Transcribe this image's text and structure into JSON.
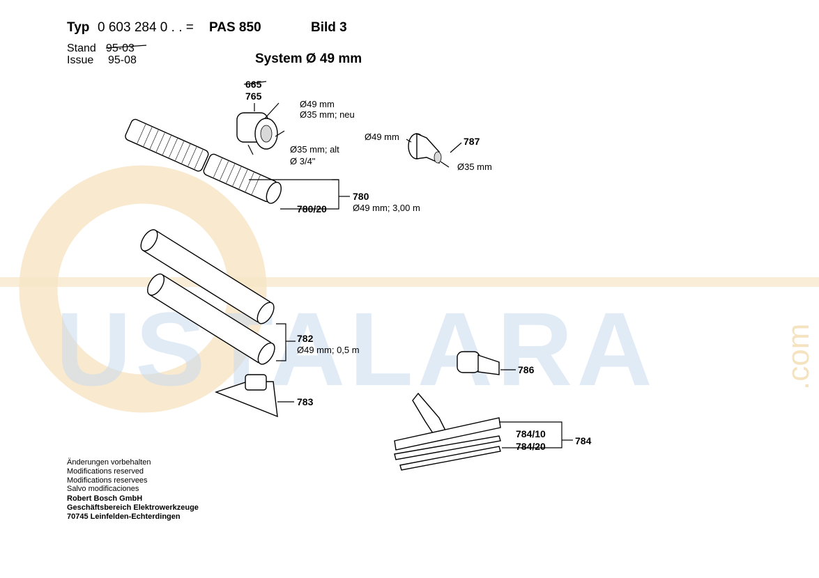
{
  "header": {
    "typ_label": "Typ",
    "typ_number": "0 603 284 0 . . =",
    "model": "PAS 850",
    "bild": "Bild 3",
    "stand_label": "Stand",
    "stand_value": "95-03",
    "issue_label": "Issue",
    "issue_value": "95-08",
    "system": "System Ø 49 mm"
  },
  "watermark": {
    "text": "USTALARA",
    "suffix": ".com"
  },
  "parts": {
    "p765_old": "665",
    "p765": "765",
    "p765_spec1": "Ø49 mm",
    "p765_spec2": "Ø35 mm; neu",
    "p765_spec3": "Ø35 mm; alt",
    "p765_spec4": "Ø 3/4\"",
    "p787": "787",
    "p787_spec1": "Ø49 mm",
    "p787_spec2": "Ø35 mm",
    "p780": "780",
    "p780_20": "780/20",
    "p780_spec": "Ø49 mm; 3,00 m",
    "p782": "782",
    "p782_spec": "Ø49 mm;  0,5 m",
    "p783": "783",
    "p786": "786",
    "p784_10": "784/10",
    "p784_20": "784/20",
    "p784": "784"
  },
  "footer": {
    "line1": "Änderungen vorbehalten",
    "line2": "Modifications reserved",
    "line3": "Modifications reservees",
    "line4": "Salvo modificaciones",
    "line5": "Robert Bosch GmbH",
    "line6": "Geschäftsbereich Elektrowerkzeuge",
    "line7": "70745 Leinfelden-Echterdingen"
  }
}
